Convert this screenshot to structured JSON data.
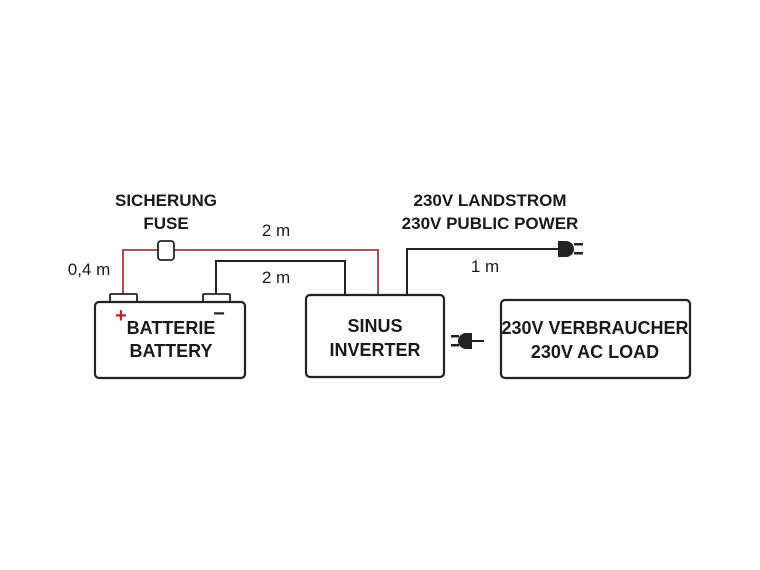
{
  "battery": {
    "line1": "BATTERIE",
    "line2": "BATTERY",
    "plus": "+",
    "minus": "−"
  },
  "fuse": {
    "line1": "SICHERUNG",
    "line2": "FUSE"
  },
  "inverter": {
    "line1": "SINUS",
    "line2": "INVERTER"
  },
  "public_power": {
    "line1": "230V LANDSTROM",
    "line2": "230V PUBLIC POWER"
  },
  "load": {
    "line1": "230V VERBRAUCHER",
    "line2": "230V AC LOAD"
  },
  "lengths": {
    "fuse_lead": "0,4 m",
    "red_cable": "2 m",
    "black_cable": "2 m",
    "power_cable": "1 m"
  },
  "colors": {
    "positive_wire": "#a33a3a",
    "negative_wire": "#222222",
    "plus_sign": "#c0202a"
  }
}
